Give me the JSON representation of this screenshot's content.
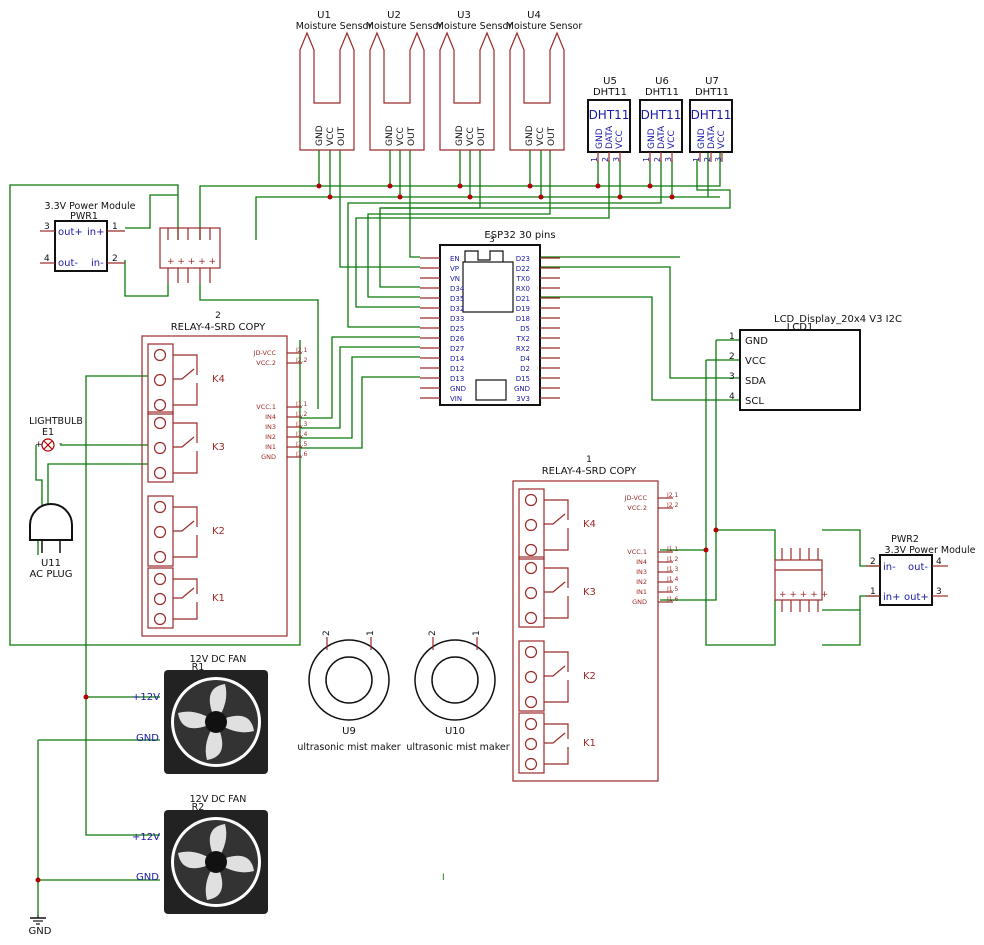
{
  "moisture_sensors": [
    {
      "ref": "U1",
      "name": "Moisture Sensor",
      "pins": [
        "GND",
        "VCC",
        "OUT"
      ]
    },
    {
      "ref": "U2",
      "name": "Moisture Sensor",
      "pins": [
        "GND",
        "VCC",
        "OUT"
      ]
    },
    {
      "ref": "U3",
      "name": "Moisture Sensor",
      "pins": [
        "GND",
        "VCC",
        "OUT"
      ]
    },
    {
      "ref": "U4",
      "name": "Moisture Sensor",
      "pins": [
        "GND",
        "VCC",
        "OUT"
      ]
    }
  ],
  "dht": [
    {
      "ref": "U5",
      "name": "DHT11",
      "label": "DHT11",
      "pins": [
        "GND",
        "DATA",
        "VCC"
      ],
      "nums": [
        "1",
        "2",
        "3"
      ]
    },
    {
      "ref": "U6",
      "name": "DHT11",
      "label": "DHT11",
      "pins": [
        "GND",
        "DATA",
        "VCC"
      ],
      "nums": [
        "1",
        "2",
        "3"
      ]
    },
    {
      "ref": "U7",
      "name": "DHT11",
      "label": "DHT11",
      "pins": [
        "GND",
        "DATA",
        "VCC"
      ],
      "nums": [
        "1",
        "2",
        "3"
      ]
    }
  ],
  "pwr1": {
    "name": "3.3V Power Module",
    "ref": "PWR1",
    "p_outp": "out+",
    "p_inp": "in+",
    "p_outn": "out-",
    "p_inn": "in-",
    "n3": "3",
    "n1": "1",
    "n4": "4",
    "n2": "2"
  },
  "pwr2": {
    "name": "3.3V Power Module",
    "ref": "PWR2",
    "p_inn": "in-",
    "p_outn": "out-",
    "p_inp": "in+",
    "p_outp": "out+",
    "n2": "2",
    "n4": "4",
    "n1": "1",
    "n3": "3"
  },
  "esp32": {
    "num": "3",
    "title": "ESP32 30 pins",
    "left": [
      "EN",
      "VP",
      "VN",
      "D34",
      "D35",
      "D32",
      "D33",
      "D25",
      "D26",
      "D27",
      "D14",
      "D12",
      "D13",
      "GND",
      "VIN"
    ],
    "right": [
      "D23",
      "D22",
      "TX0",
      "RX0",
      "D21",
      "D19",
      "D18",
      "D5",
      "TX2",
      "RX2",
      "D4",
      "D2",
      "D15",
      "GND",
      "3V3"
    ]
  },
  "relay1": {
    "num": "2",
    "title": "RELAY-4-SRD COPY",
    "pins": [
      "JD-VCC",
      "VCC.2",
      "VCC.1",
      "IN4",
      "IN3",
      "IN2",
      "IN1",
      "GND"
    ],
    "jlabels": [
      "J2.1",
      "J2.2",
      "J1.1",
      "J1.2",
      "J1.3",
      "J1.4",
      "J1.5",
      "J1.6"
    ],
    "k": [
      "K4",
      "K3",
      "K2",
      "K1"
    ]
  },
  "relay2": {
    "num": "1",
    "title": "RELAY-4-SRD COPY",
    "pins": [
      "JD-VCC",
      "VCC.2",
      "VCC.1",
      "IN4",
      "IN3",
      "IN2",
      "IN1",
      "GND"
    ],
    "jlabels": [
      "J2.1",
      "J2.2",
      "J1.1",
      "J1.2",
      "J1.3",
      "J1.4",
      "J1.5",
      "J1.6"
    ],
    "k": [
      "K4",
      "K3",
      "K2",
      "K1"
    ]
  },
  "lcd": {
    "name": "LCD_Display_20x4 V3 I2C",
    "ref": "LCD1",
    "pins": [
      "GND",
      "VCC",
      "SDA",
      "SCL"
    ],
    "nums": [
      "1",
      "2",
      "3",
      "4"
    ]
  },
  "bulb": {
    "name": "LIGHTBULB",
    "ref": "E1",
    "plus": "+",
    "minus": "-"
  },
  "plug": {
    "ref": "U11",
    "name": "AC PLUG"
  },
  "fans": [
    {
      "name": "12V DC FAN",
      "ref": "R1",
      "p1": "+12V",
      "p2": "GND"
    },
    {
      "name": "12V DC FAN",
      "ref": "R2",
      "p1": "+12V",
      "p2": "GND"
    }
  ],
  "mist": [
    {
      "ref": "U9",
      "name": "ultrasonic mist maker",
      "n2": "2",
      "n1": "1"
    },
    {
      "ref": "U10",
      "name": "ultrasonic mist maker",
      "n2": "2",
      "n1": "1"
    }
  ],
  "gnd_symbol": "GND",
  "marker": "I",
  "colors": {
    "wire": "#0a7a0a",
    "symbol": "#9b2a2a",
    "label": "#1a1aa8",
    "outline": "#111111"
  }
}
